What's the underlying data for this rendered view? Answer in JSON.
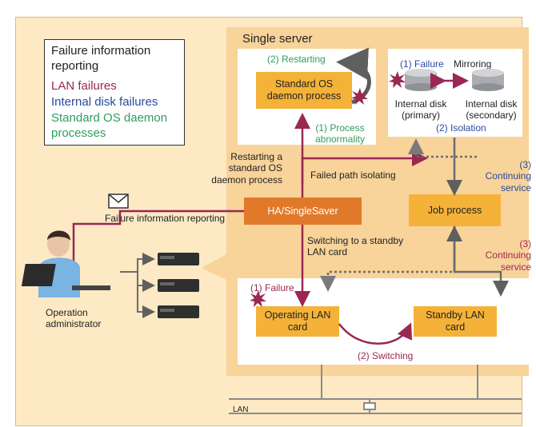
{
  "legend": {
    "title": "Failure information reporting",
    "items": [
      {
        "label": "LAN failures",
        "color": "#9a2754"
      },
      {
        "label": "Internal disk failures",
        "color": "#2a4a9e"
      },
      {
        "label": "Standard OS daemon processes",
        "color": "#2f9e5b"
      }
    ]
  },
  "server": {
    "title": "Single server",
    "restarting_label": "(2) Restarting",
    "daemon_process": "Standard OS daemon process",
    "process_abnormality": "(1) Process abnormality",
    "disk_failure": "(1) Failure",
    "mirroring": "Mirroring",
    "disk_primary": "Internal disk (primary)",
    "disk_secondary": "Internal disk (secondary)",
    "isolation": "(2) Isolation",
    "restarting_daemon": "Restarting a standard OS daemon process",
    "failed_path": "Failed path isolating",
    "continuing_service_1": "(3) Continuing service",
    "ha_label": "HA/SingleSaver",
    "job_process": "Job process",
    "switching_to": "Switching to a standby LAN card",
    "continuing_service_2": "(3) Continuing service",
    "lan_failure": "(1) Failure",
    "operating_lan": "Operating LAN card",
    "standby_lan": "Standby LAN card",
    "switching": "(2) Switching"
  },
  "reporting_label": "Failure information reporting",
  "operator": "Operation administrator",
  "lan_label": "LAN",
  "colors": {
    "maroon": "#9a2754",
    "blue": "#2a4a9e",
    "green": "#2f9e5b",
    "orange": "#f5b238",
    "gray": "#6c6c6c"
  }
}
